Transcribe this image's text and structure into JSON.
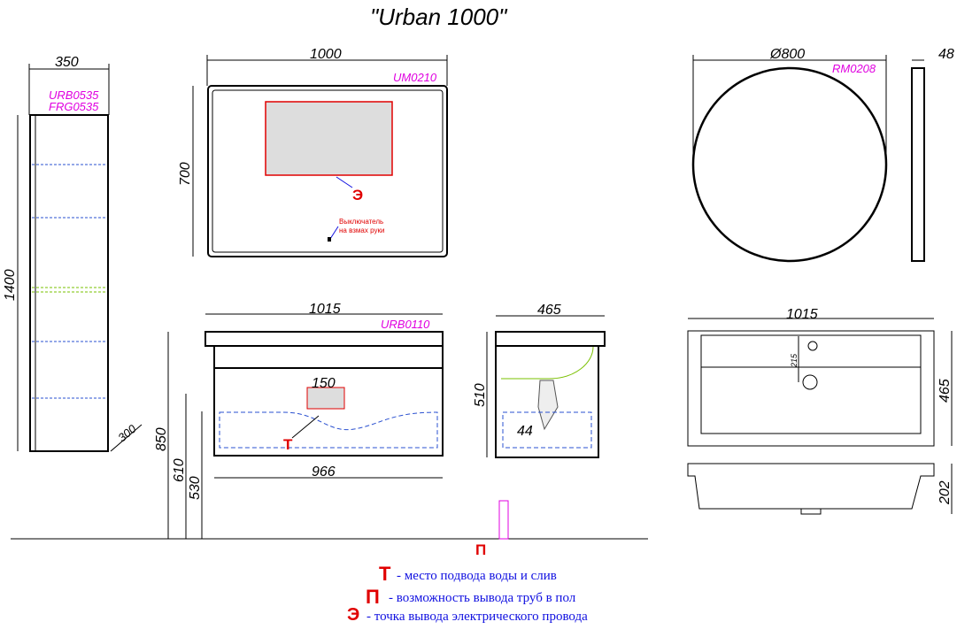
{
  "title": "\"Urban 1000\"",
  "tall_cabinet": {
    "width": "350",
    "height": "1400",
    "depth": "300",
    "codes": [
      "URB0535",
      "FRG0535"
    ]
  },
  "mirror_rect": {
    "width": "1000",
    "height": "700",
    "code": "UM0210",
    "marker": "Э",
    "switch_label": [
      "Выключатель",
      "на взмах руки"
    ]
  },
  "mirror_round": {
    "diameter": "Ø800",
    "code": "RM0208",
    "thickness": "48"
  },
  "vanity_front": {
    "width": "1015",
    "code": "URB0110",
    "inner_width": "966",
    "socket_width": "150",
    "marker": "Т",
    "heights": [
      "850",
      "610",
      "530"
    ]
  },
  "vanity_side": {
    "depth": "465",
    "height": "510",
    "offset": "44"
  },
  "basin_top": {
    "width": "1015",
    "depth": "465",
    "tap_offset": "215"
  },
  "basin_side": {
    "height": "202"
  },
  "floor_marker": "П",
  "legend": [
    {
      "symbol": "Т",
      "text": "- место подвода воды и слив"
    },
    {
      "symbol": "П",
      "text": "- возможность вывода труб в пол"
    },
    {
      "symbol": "Э",
      "text": "-  точка вывода электрического провода"
    }
  ],
  "colors": {
    "code": "#e000e0",
    "marker": "#e00000",
    "legend": "#1010e0"
  }
}
